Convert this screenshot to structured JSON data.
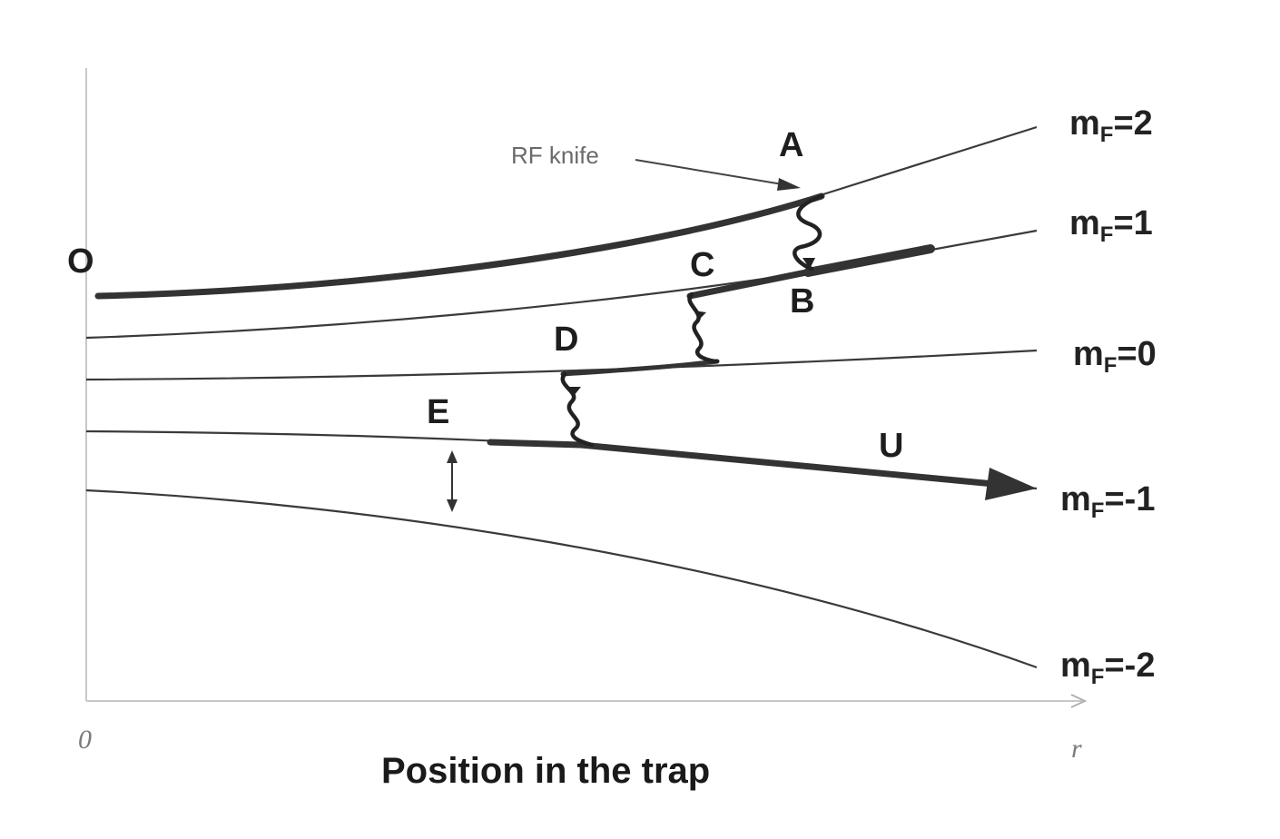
{
  "levels": [
    {
      "id": "mf2",
      "prefix": "m",
      "sub": "F",
      "value": "=2"
    },
    {
      "id": "mf1",
      "prefix": "m",
      "sub": "F",
      "value": "=1"
    },
    {
      "id": "mf0",
      "prefix": "m",
      "sub": "F",
      "value": "=0"
    },
    {
      "id": "mfm1",
      "prefix": "m",
      "sub": "F",
      "value": "=-1"
    },
    {
      "id": "mfm2",
      "prefix": "m",
      "sub": "F",
      "value": "=-2"
    }
  ],
  "points": {
    "O": "O",
    "A": "A",
    "B": "B",
    "C": "C",
    "D": "D",
    "E": "E",
    "U": "U"
  },
  "annotation": {
    "rf_knife": "RF knife"
  },
  "axis": {
    "title": "Position in the trap",
    "origin_tick": "0",
    "end_tick": "r"
  },
  "colors": {
    "thick_path": "#333333",
    "thin_levels": "#3a3a3a",
    "axis": "#c8c8c8"
  }
}
